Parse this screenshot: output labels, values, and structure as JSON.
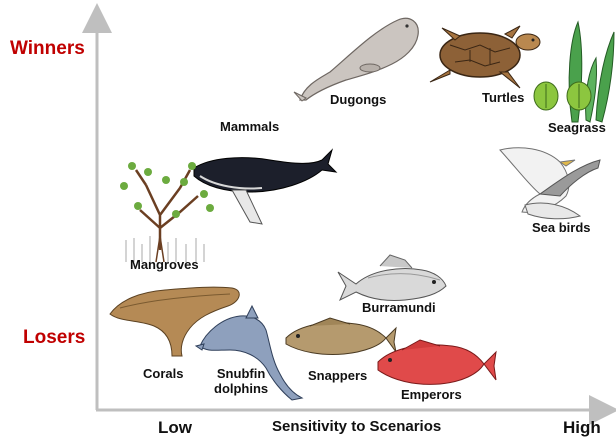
{
  "axes": {
    "y_top": "Winners",
    "y_bottom": "Losers",
    "x_left": "Low",
    "x_center": "Sensitivity to Scenarios",
    "x_right": "High"
  },
  "species": {
    "dugongs": "Dugongs",
    "turtles": "Turtles",
    "seagrass": "Seagrass",
    "mammals": "Mammals",
    "sea_birds": "Sea birds",
    "mangroves": "Mangroves",
    "burramundi": "Burramundi",
    "corals": "Corals",
    "snubfin_line1": "Snubfin",
    "snubfin_line2": "dolphins",
    "snappers": "Snappers",
    "emperors": "Emperors"
  },
  "colors": {
    "axis_title": "#c00000",
    "axis_line": "#bfbfbf",
    "text": "#111111"
  }
}
